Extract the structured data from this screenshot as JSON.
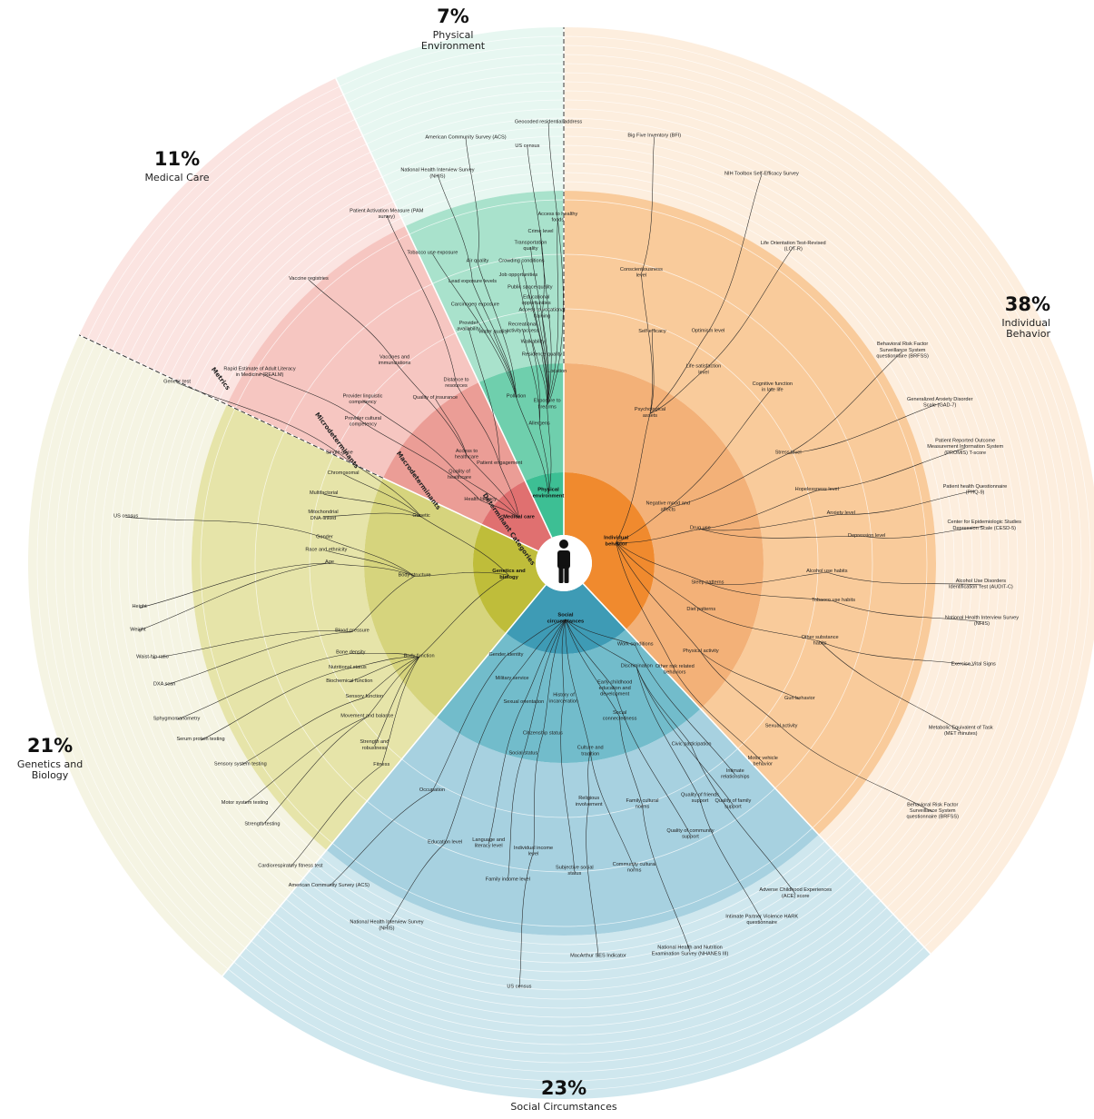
{
  "sectors": [
    {
      "id": "individual",
      "start": 0,
      "end": 136.8,
      "pct": "38%",
      "name_lines": [
        "Individual",
        "Behavior"
      ],
      "hub": [
        "Individual",
        "behavior"
      ],
      "colors": {
        "outer": "#fdeede",
        "mid": "#f9cb9b",
        "inner": "#f3b178",
        "core": "#f08a2e"
      }
    },
    {
      "id": "social",
      "start": 136.8,
      "end": 219.6,
      "pct": "23%",
      "name_lines": [
        "Social Circumstances"
      ],
      "hub": [
        "Social",
        "circumstances"
      ],
      "colors": {
        "outer": "#cfe7ee",
        "mid": "#a7d1e0",
        "inner": "#72bccb",
        "core": "#3e9bb5"
      }
    },
    {
      "id": "genetics",
      "start": 219.6,
      "end": 295.2,
      "pct": "21%",
      "name_lines": [
        "Genetics and",
        "Biology"
      ],
      "hub": [
        "Genetics and",
        "biology"
      ],
      "colors": {
        "outer": "#f5f4e3",
        "mid": "#e6e4a9",
        "inner": "#d6d47d",
        "core": "#bfbd3a"
      }
    },
    {
      "id": "medical",
      "start": 295.2,
      "end": 334.8,
      "pct": "11%",
      "name_lines": [
        "Medical Care"
      ],
      "hub": [
        "Medical care"
      ],
      "colors": {
        "outer": "#fbe4e1",
        "mid": "#f6c6c1",
        "inner": "#eb9d96",
        "core": "#e07070"
      }
    },
    {
      "id": "physical",
      "start": 334.8,
      "end": 360,
      "pct": "7%",
      "name_lines": [
        "Physical",
        "Environment"
      ],
      "hub": [
        "Physical",
        "environment"
      ],
      "colors": {
        "outer": "#e7f7f1",
        "mid": "#a9e2cc",
        "inner": "#6fcfad",
        "core": "#3dbf94"
      }
    }
  ],
  "ring_titles": {
    "determinant": "Determinant Categories",
    "macro": "Macrodeterminants",
    "micro": "Microdeterminants",
    "metrics": "Metrics"
  },
  "macro": {
    "individual": [
      {
        "text": "Psychological assets",
        "a": 30,
        "r": 190
      },
      {
        "text": "Negative mood and affects",
        "a": 62,
        "r": 130
      },
      {
        "text": "Drug use",
        "a": 76,
        "r": 155
      },
      {
        "text": "Sleep patterns",
        "a": 98,
        "r": 160
      },
      {
        "text": "Diet patterns",
        "a": 109,
        "r": 160
      },
      {
        "text": "Physical activity",
        "a": 123,
        "r": 180
      },
      {
        "text": "Other risk related behaviors",
        "a": 134,
        "r": 170
      }
    ],
    "social": [
      {
        "text": "Work conditions",
        "a": 139,
        "r": 120
      },
      {
        "text": "Discrimination",
        "a": 145,
        "r": 140
      },
      {
        "text": "Early childhood education and development",
        "a": 158,
        "r": 150
      },
      {
        "text": "Social connectedness",
        "a": 160,
        "r": 180
      },
      {
        "text": "History of incarceration",
        "a": 180,
        "r": 150
      },
      {
        "text": "Sexual orientation",
        "a": 196,
        "r": 160
      },
      {
        "text": "Military service",
        "a": 204,
        "r": 140
      },
      {
        "text": "Gender identity",
        "a": 212,
        "r": 120
      },
      {
        "text": "Citizenship status",
        "a": 187,
        "r": 190
      },
      {
        "text": "Culture and tradition",
        "a": 172,
        "r": 210
      },
      {
        "text": "Social status",
        "a": 192,
        "r": 215
      }
    ],
    "genetics": [
      {
        "text": "Genetic",
        "a": 288,
        "r": 165
      },
      {
        "text": "Body structure",
        "a": 265,
        "r": 165
      },
      {
        "text": "Body function",
        "a": 237,
        "r": 190
      }
    ],
    "medical": [
      {
        "text": "Access to healthcare",
        "a": 318,
        "r": 160
      },
      {
        "text": "Patient engagement",
        "a": 327,
        "r": 130
      },
      {
        "text": "Quality of healthcare",
        "a": 310,
        "r": 150
      },
      {
        "text": "Health literacy",
        "a": 307,
        "r": 115
      }
    ],
    "physical": [
      {
        "text": "Pollution",
        "a": 344,
        "r": 190
      },
      {
        "text": "Exposure to firearms",
        "a": 354,
        "r": 175
      },
      {
        "text": "Allergens",
        "a": 350,
        "r": 155
      }
    ]
  },
  "micro": {
    "individual": [
      {
        "text": "Conscientiousness level",
        "a": 15,
        "r": 330
      },
      {
        "text": "Self-efficacy",
        "a": 21,
        "r": 272
      },
      {
        "text": "Optimism level",
        "a": 32,
        "r": 300
      },
      {
        "text": "Life satisfaction level",
        "a": 36,
        "r": 262
      },
      {
        "text": "Cognitive function in late life",
        "a": 50,
        "r": 300
      },
      {
        "text": "Stress level",
        "a": 64,
        "r": 275
      },
      {
        "text": "Hopelessness level",
        "a": 74,
        "r": 290
      },
      {
        "text": "Anxiety level",
        "a": 80,
        "r": 310
      },
      {
        "text": "Depression level",
        "a": 85,
        "r": 335
      },
      {
        "text": "Alcohol use habits",
        "a": 92,
        "r": 290
      },
      {
        "text": "Tobacco use habits",
        "a": 98,
        "r": 300
      },
      {
        "text": "Other substance habits",
        "a": 107,
        "r": 295
      },
      {
        "text": "Gun behavior",
        "a": 120,
        "r": 300
      },
      {
        "text": "Sexual activity",
        "a": 127,
        "r": 300
      },
      {
        "text": "Motor vehicle behavior",
        "a": 135,
        "r": 310
      }
    ],
    "social": [
      {
        "text": "Civic participation",
        "a": 145,
        "r": 245
      },
      {
        "text": "Intimate relationships",
        "a": 141,
        "r": 300
      },
      {
        "text": "Quality of family support",
        "a": 145,
        "r": 325
      },
      {
        "text": "Quality of friends support",
        "a": 150,
        "r": 300
      },
      {
        "text": "Quality of community support",
        "a": 155,
        "r": 330
      },
      {
        "text": "Family cultural norms",
        "a": 162,
        "r": 280
      },
      {
        "text": "Community cultural norms",
        "a": 167,
        "r": 345
      },
      {
        "text": "Religious involvement",
        "a": 174,
        "r": 265
      },
      {
        "text": "Subjective social status",
        "a": 178,
        "r": 340
      },
      {
        "text": "Individual income level",
        "a": 186,
        "r": 320
      },
      {
        "text": "Family income level",
        "a": 190,
        "r": 355
      },
      {
        "text": "Language and literacy level",
        "a": 195,
        "r": 320
      },
      {
        "text": "Education level",
        "a": 203,
        "r": 335
      },
      {
        "text": "Occupation",
        "a": 210,
        "r": 290
      }
    ],
    "genetics": [
      {
        "text": "Single-gene",
        "a": 296,
        "r": 275
      },
      {
        "text": "Chromosomal",
        "a": 292,
        "r": 262
      },
      {
        "text": "Multifactorial",
        "a": 286,
        "r": 275
      },
      {
        "text": "Mitochondrial DNA-linked",
        "a": 281,
        "r": 270
      },
      {
        "text": "Gender",
        "a": 276,
        "r": 265
      },
      {
        "text": "Race and ethnicity",
        "a": 273,
        "r": 262
      },
      {
        "text": "Age",
        "a": 270,
        "r": 258
      },
      {
        "text": "Bone density",
        "a": 247,
        "r": 255
      },
      {
        "text": "Blood pressure",
        "a": 252,
        "r": 245
      },
      {
        "text": "Nutritional status",
        "a": 244,
        "r": 265
      },
      {
        "text": "Biochemical function",
        "a": 241,
        "r": 270
      },
      {
        "text": "Sensory function",
        "a": 236,
        "r": 265
      },
      {
        "text": "Movement and balance",
        "a": 232,
        "r": 275
      },
      {
        "text": "Strength and robustness",
        "a": 226,
        "r": 290
      },
      {
        "text": "Fitness",
        "a": 222,
        "r": 300
      }
    ],
    "medical": [
      {
        "text": "Provider availability",
        "a": 338,
        "r": 280
      },
      {
        "text": "Vaccines and immunizations",
        "a": 320,
        "r": 290
      },
      {
        "text": "Distance to resources",
        "a": 329,
        "r": 230
      },
      {
        "text": "Provider linguistic competency",
        "a": 309,
        "r": 285
      },
      {
        "text": "Quality of insurance",
        "a": 322,
        "r": 230
      },
      {
        "text": "Provider cultural competency",
        "a": 305,
        "r": 270
      }
    ],
    "physical": [
      {
        "text": "Access to healthy foods",
        "a": 359,
        "r": 380
      },
      {
        "text": "Crime level",
        "a": 356,
        "r": 365
      },
      {
        "text": "Transportation quality",
        "a": 354,
        "r": 350
      },
      {
        "text": "Crowding conditions",
        "a": 352,
        "r": 335
      },
      {
        "text": "Tobacco use exposure",
        "a": 337,
        "r": 370
      },
      {
        "text": "Air quality",
        "a": 344,
        "r": 345
      },
      {
        "text": "Job opportunities",
        "a": 351,
        "r": 320
      },
      {
        "text": "Lead exposure levels",
        "a": 342,
        "r": 325
      },
      {
        "text": "Public space quality",
        "a": 353,
        "r": 305
      },
      {
        "text": "Carcinogen exposure",
        "a": 341,
        "r": 300
      },
      {
        "text": "Educational opportunities",
        "a": 354,
        "r": 290
      },
      {
        "text": "Access to vocational training",
        "a": 355,
        "r": 275
      },
      {
        "text": "Water quality",
        "a": 343,
        "r": 265
      },
      {
        "text": "Recreational activity access",
        "a": 350,
        "r": 262
      },
      {
        "text": "Walkability",
        "a": 352,
        "r": 245
      },
      {
        "text": "Residence quality",
        "a": 354,
        "r": 230
      },
      {
        "text": "Location",
        "a": 358,
        "r": 210
      }
    ]
  },
  "metrics": {
    "individual": [
      {
        "text": "Big Five Inventory (BFI)",
        "a": 12,
        "r": 480
      },
      {
        "text": "NIH Toolbox Self-Efficacy Survey",
        "a": 27,
        "r": 480
      },
      {
        "text": "Life Orientation Test-Revised (LOT-R)",
        "a": 36,
        "r": 430
      },
      {
        "text": "Behavioral Risk Factor Surveillance System questionnaire (BRFSS)",
        "a": 58,
        "r": 440
      },
      {
        "text": "Generalized Anxiety Disorder Scale (GAD-7)",
        "a": 67,
        "r": 450
      },
      {
        "text": "Patient Reported Outcome Measurement Information System (PROMIS) T-score",
        "a": 74,
        "r": 460
      },
      {
        "text": "Patient health Questionnaire (PHQ-9)",
        "a": 80,
        "r": 460
      },
      {
        "text": "Center for Epidemiologic Studies Depression Scale (CESD-5)",
        "a": 85,
        "r": 465
      },
      {
        "text": "Alcohol Use Disorders Identification Test (AUDIT-C)",
        "a": 93,
        "r": 460
      },
      {
        "text": "National Health Interview Survey (NHIS)",
        "a": 98,
        "r": 465
      },
      {
        "text": "Exercise Vital Signs",
        "a": 104,
        "r": 465
      },
      {
        "text": "Metabolic Equivalent of Task (MET minutes)",
        "a": 113,
        "r": 475
      },
      {
        "text": "Behavioral Risk Factor Surveillance System questionnaire (BRFSS)",
        "a": 124,
        "r": 490
      }
    ],
    "social": [
      {
        "text": "Adverse Childhood Experiences (ACE) score",
        "a": 145,
        "r": 445
      },
      {
        "text": "Intimate Partner Violence HARK questionnaire",
        "a": 151,
        "r": 450
      },
      {
        "text": "National Health and Nutrition Examination Survey (NHANES III)",
        "a": 162,
        "r": 450
      },
      {
        "text": "MacArthur SES Indicator",
        "a": 175,
        "r": 435
      },
      {
        "text": "US census",
        "a": 186,
        "r": 470
      },
      {
        "text": "National Health Interview Survey (NHIS)",
        "a": 206,
        "r": 445
      },
      {
        "text": "American Community Survey (ACS)",
        "a": 216,
        "r": 440
      }
    ],
    "genetics": [
      {
        "text": "Genetic test",
        "a": 295,
        "r": 470
      },
      {
        "text": "US census",
        "a": 276,
        "r": 485
      },
      {
        "text": "Height",
        "a": 264,
        "r": 470
      },
      {
        "text": "Weight",
        "a": 261,
        "r": 475
      },
      {
        "text": "Waist-hip ratio",
        "a": 257,
        "r": 465
      },
      {
        "text": "DXA scan",
        "a": 253,
        "r": 460
      },
      {
        "text": "Sphygmomanometry",
        "a": 248,
        "r": 460
      },
      {
        "text": "Serum protein testing",
        "a": 244,
        "r": 445
      },
      {
        "text": "Sensory system testing",
        "a": 238,
        "r": 420
      },
      {
        "text": "Motor system testing",
        "a": 233,
        "r": 440
      },
      {
        "text": "Strength testing",
        "a": 229,
        "r": 440
      },
      {
        "text": "Cardiorespiratory fitness test",
        "a": 222,
        "r": 450
      }
    ],
    "medical": [
      {
        "text": "Patient Activation Measure (PAM survey)",
        "a": 333,
        "r": 430
      },
      {
        "text": "Vaccine registries",
        "a": 318,
        "r": 420
      },
      {
        "text": "Rapid Estimate of Adult Literacy in Medicine (REALM)",
        "a": 302,
        "r": 395
      }
    ],
    "physical": [
      {
        "text": "Geocoded residential address",
        "a": 358,
        "r": 485
      },
      {
        "text": "American Community Survey (ACS)",
        "a": 347,
        "r": 480
      },
      {
        "text": "US census",
        "a": 355,
        "r": 460
      },
      {
        "text": "National Health Interview Survey (NHIS)",
        "a": 342,
        "r": 450
      }
    ]
  }
}
